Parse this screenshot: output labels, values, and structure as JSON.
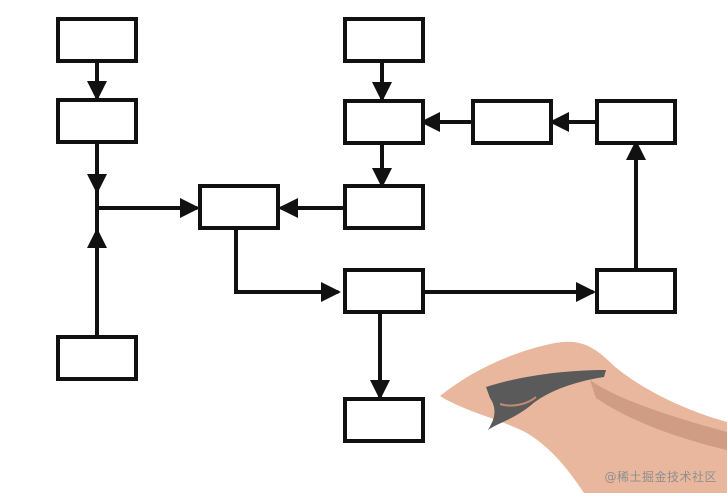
{
  "diagram": {
    "boxes": [
      {
        "id": "box-1"
      },
      {
        "id": "box-2"
      },
      {
        "id": "box-3"
      },
      {
        "id": "box-4"
      },
      {
        "id": "box-5"
      },
      {
        "id": "box-6"
      },
      {
        "id": "box-7"
      },
      {
        "id": "box-8"
      },
      {
        "id": "box-9"
      },
      {
        "id": "box-10"
      },
      {
        "id": "box-11"
      },
      {
        "id": "box-12"
      }
    ],
    "colors": {
      "stroke": "#111111",
      "fill": "#ffffff",
      "skin": "#e8b79e",
      "skin_shade": "#d19c84",
      "pen": "#5a5a5a"
    }
  },
  "watermark": {
    "text": "@稀土掘金技术社区"
  }
}
